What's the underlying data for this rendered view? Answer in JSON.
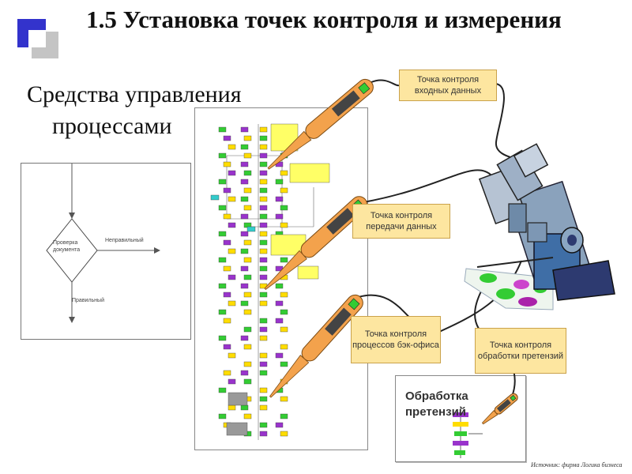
{
  "slide": {
    "title": "1.5  Установка точек контроля и измерения",
    "subtitle_line1": "Средства управления",
    "subtitle_line2": "процессами"
  },
  "flowchart": {
    "decision_label": "Проверка документа",
    "incorrect_label": "Неправильный",
    "correct_label": "Правильный"
  },
  "control_points": {
    "input": "Точка контроля входных данных",
    "transfer": "Точка контроля передачи данных",
    "backoffice": "Точка контроля процессов бэк-офиса",
    "claims": "Точка контроля обработки претензий"
  },
  "claims_panel": {
    "title": "Обработка претензий"
  },
  "source_note": "Источник: фирма Логика бизнеса",
  "colors": {
    "accent_square_blue": "#3333cc",
    "accent_square_gray": "#b9b9b9",
    "thermometer": "#f3a24c",
    "callout_fill": "#fde6a0",
    "flow_green": "#33cc33",
    "flow_magenta": "#9933cc",
    "flow_yellow": "#ffdd00"
  }
}
